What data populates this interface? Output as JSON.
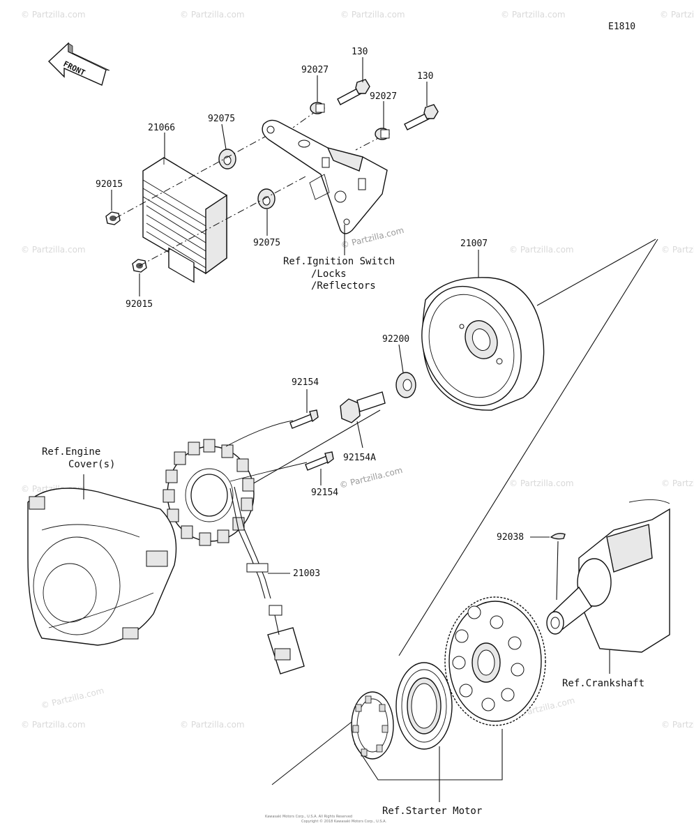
{
  "diagram_code": "E1810",
  "front_arrow": "FRONT",
  "part_numbers": {
    "p130_a": "130",
    "p130_b": "130",
    "p92027_a": "92027",
    "p92027_b": "92027",
    "p21066": "21066",
    "p92075_a": "92075",
    "p92075_b": "92075",
    "p92015_a": "92015",
    "p92015_b": "92015",
    "p21007": "21007",
    "p92200": "92200",
    "p92154_a": "92154",
    "p92154_b": "92154",
    "p92154A": "92154A",
    "p21003": "21003",
    "p92038": "92038"
  },
  "references": {
    "ignition_line1": "Ref.Ignition Switch",
    "ignition_line2": "/Locks",
    "ignition_line3": "/Reflectors",
    "engine_cover_line1": "Ref.Engine",
    "engine_cover_line2": "Cover(s)",
    "crankshaft": "Ref.Crankshaft",
    "starter_motor": "Ref.Starter Motor"
  },
  "watermark": "© Partzilla.com",
  "copyright_lines": [
    "Kawasaki Motors Corp., U.S.A. All Rights Reserved",
    "Copyright © 2018 Kawasaki Motors Corp., U.S.A."
  ]
}
